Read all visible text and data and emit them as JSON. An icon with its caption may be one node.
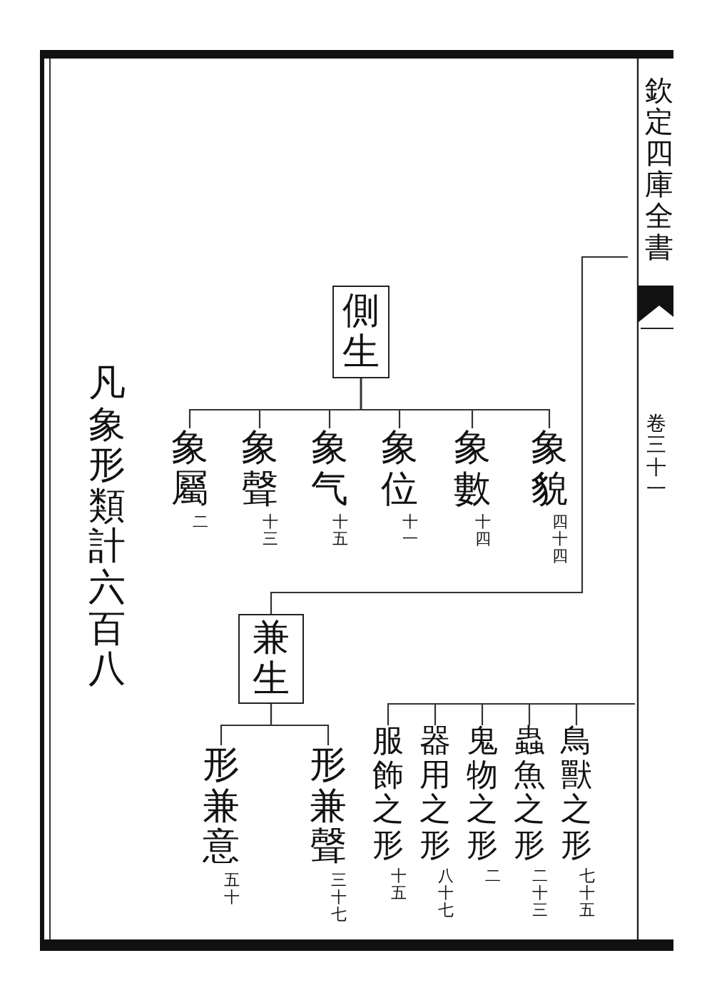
{
  "diagram": {
    "nodes": [
      {
        "text": [
          "側生"
        ]
      },
      {
        "text": [
          "象貌"
        ],
        "beside": [
          "四十四"
        ]
      },
      {
        "text": [
          "象數"
        ],
        "beside": [
          "十四"
        ]
      },
      {
        "text": [
          "象位"
        ],
        "beside": [
          "十一"
        ]
      },
      {
        "text": [
          "象气"
        ],
        "beside": [
          "十五"
        ]
      },
      {
        "text": [
          "象聲"
        ],
        "beside": [
          "十三"
        ]
      },
      {
        "text": [
          "象屬"
        ],
        "beside": [
          "二"
        ]
      },
      {
        "text": [
          "兼生"
        ]
      },
      {
        "text": [
          "鳥獸之形"
        ],
        "beside": [
          "七十五"
        ]
      },
      {
        "text": [
          "蟲魚之形"
        ],
        "beside": [
          "二十三"
        ]
      },
      {
        "text": [
          "鬼物之形"
        ],
        "beside": [
          "二"
        ]
      },
      {
        "text": [
          "器用之形"
        ],
        "beside": [
          "八十七"
        ]
      },
      {
        "text": [
          "服飾之形"
        ],
        "beside": [
          "十五"
        ]
      },
      {
        "text": [
          "形兼聲"
        ],
        "beside": [
          "三十七"
        ]
      },
      {
        "text": [
          "形兼意"
        ],
        "beside": [
          "五十"
        ]
      }
    ],
    "edges": [
      {
        "from": 0,
        "to": 1,
        "arrow": "none"
      },
      {
        "from": 0,
        "to": 2,
        "arrow": "none"
      },
      {
        "from": 0,
        "to": 3,
        "arrow": "none"
      },
      {
        "from": 0,
        "to": 4,
        "arrow": "none"
      },
      {
        "from": 0,
        "to": 5,
        "arrow": "none"
      },
      {
        "from": 0,
        "to": 6,
        "arrow": "none"
      },
      {
        "from": null,
        "to": 7,
        "arrow": "none"
      },
      {
        "from": null,
        "to": 8,
        "arrow": "none"
      },
      {
        "from": null,
        "to": 9,
        "arrow": "none"
      },
      {
        "from": null,
        "to": 10,
        "arrow": "none"
      },
      {
        "from": null,
        "to": 11,
        "arrow": "none"
      },
      {
        "from": null,
        "to": 12,
        "arrow": "none"
      },
      {
        "from": 7,
        "to": 13,
        "arrow": "none"
      },
      {
        "from": 7,
        "to": 14,
        "arrow": "none"
      }
    ],
    "labels": [
      "欽定四庫全書",
      "卷三十一",
      "凡象形類計六百八"
    ]
  }
}
